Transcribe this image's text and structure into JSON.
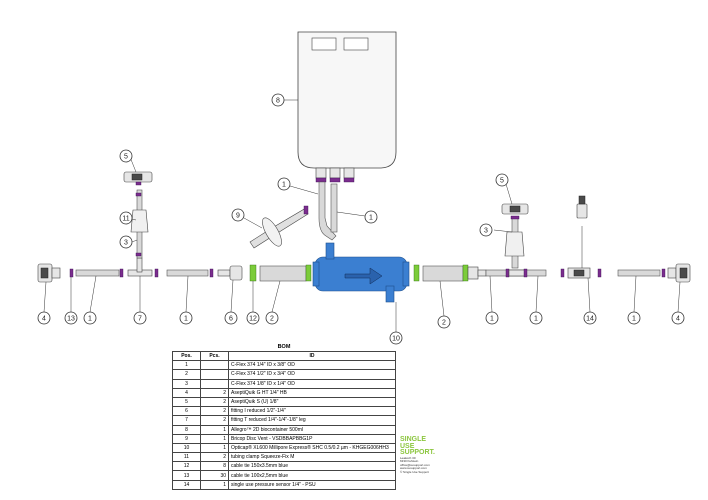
{
  "callouts": [
    "1",
    "2",
    "3",
    "4",
    "5",
    "6",
    "7",
    "8",
    "9",
    "10",
    "11",
    "12",
    "13",
    "14"
  ],
  "bom": {
    "title": "BOM",
    "headers": [
      "Pos.",
      "Pcs.",
      "ID"
    ],
    "rows": [
      {
        "pos": "1",
        "pcs": "",
        "id": "C-Flex 374 1/4\" ID x 3/8\" OD"
      },
      {
        "pos": "2",
        "pcs": "",
        "id": "C-Flex 374 1/2\" ID x 3/4\" OD"
      },
      {
        "pos": "3",
        "pcs": "",
        "id": "C-Flex 374 1/8\" ID x 1/4\" OD"
      },
      {
        "pos": "4",
        "pcs": "2",
        "id": "AseptiQuik G HT 1/4\" HB"
      },
      {
        "pos": "5",
        "pcs": "2",
        "id": "AseptiQuik S (U) 1/8\""
      },
      {
        "pos": "6",
        "pcs": "2",
        "id": "fitting I reduced 1/2\"-1/4\""
      },
      {
        "pos": "7",
        "pcs": "2",
        "id": "fitting T reduced 1/4\"-1/4\"-1/8\" leg"
      },
      {
        "pos": "8",
        "pcs": "1",
        "id": "Allegro™ 2D biocontainer  500ml"
      },
      {
        "pos": "9",
        "pcs": "1",
        "id": "Bricop Disc Vent - VSDBBAPBBG1P"
      },
      {
        "pos": "10",
        "pcs": "1",
        "id": "Opticap® XL600 Millipore Express® SHC 0.5/0.2 µm - KHGEG006HH3"
      },
      {
        "pos": "11",
        "pcs": "2",
        "id": "tubing clamp Squeeze-Fix M"
      },
      {
        "pos": "12",
        "pcs": "8",
        "id": "cable tie 150x3.5mm blue"
      },
      {
        "pos": "13",
        "pcs": "30",
        "id": "cable tie 100x2,5mm blue"
      },
      {
        "pos": "14",
        "pcs": "1",
        "id": "single use pressure sensor 1/4\" - PSU"
      }
    ]
  },
  "logo": {
    "line1": "SINGLE",
    "line2": "USE",
    "line3": "SUPPORT.",
    "small_lines": [
      "Leakoch 30",
      "6330 Kufstein",
      "office@susupport.com",
      "www.susupport.com",
      "© Single Use Support"
    ]
  }
}
